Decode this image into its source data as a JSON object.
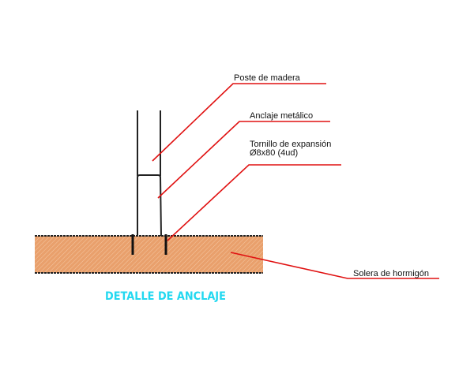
{
  "labels": {
    "post": "Poste de madera",
    "anchor": "Anclaje metálico",
    "bolt_line1": "Tornillo de expansión",
    "bolt_line2": "Ø8x80 (4ud)",
    "slab": "Solera de hormigón"
  },
  "title": "DETALLE DE ANCLAJE",
  "colors": {
    "leader": "#e01010",
    "slab_fill": "#e9a06c",
    "title": "#22d8f0"
  }
}
